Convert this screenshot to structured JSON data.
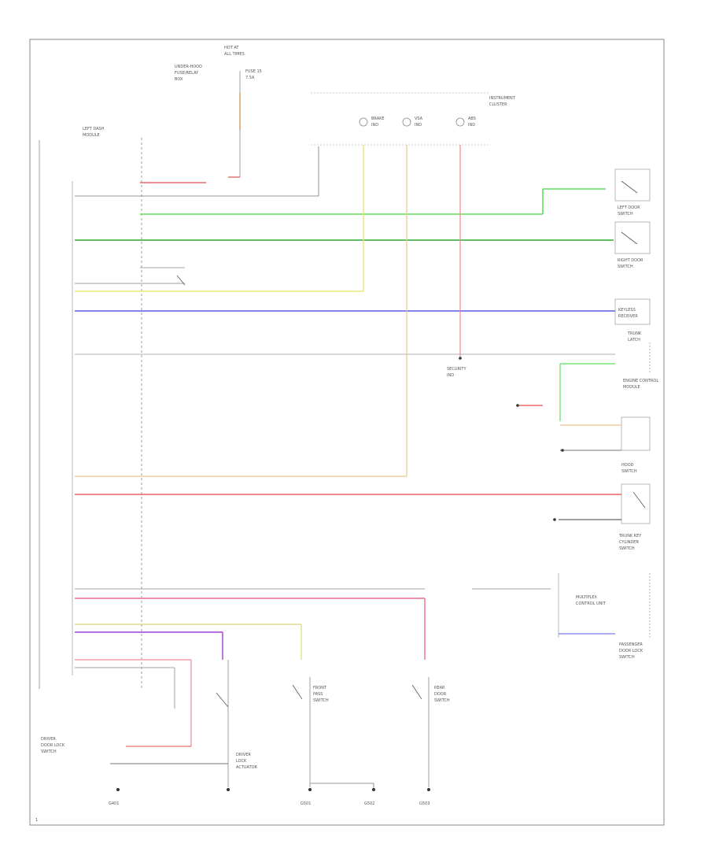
{
  "diagram": {
    "footer_label": "1",
    "blocks": {
      "hot_at_all_times": [
        "HOT AT",
        "ALL TIMES"
      ],
      "fuse_block": [
        "UNDER-HOOD",
        "FUSE/RELAY",
        "BOX"
      ],
      "fuse": [
        "FUSE 15",
        "7.5A"
      ],
      "left_dash_module": [
        "LEFT DASH",
        "MODULE"
      ],
      "instrument_cluster": [
        "INSTRUMENT",
        "CLUSTER"
      ],
      "brake_indicator": [
        "BRAKE",
        "IND"
      ],
      "vsa_indicator": [
        "VSA",
        "IND"
      ],
      "abs_indicator": [
        "ABS",
        "IND"
      ],
      "left_door_switch": [
        "LEFT DOOR",
        "SWITCH"
      ],
      "right_door_switch": [
        "RIGHT DOOR",
        "SWITCH"
      ],
      "keyless_receiver": [
        "KEYLESS",
        "RECEIVER"
      ],
      "trunk_latch": [
        "TRUNK",
        "LATCH"
      ],
      "engine_control": [
        "ENGINE CONTROL",
        "MODULE"
      ],
      "hood_switch": [
        "HOOD",
        "SWITCH"
      ],
      "trunk_key_cylinder": [
        "TRUNK KEY",
        "CYLINDER",
        "SWITCH"
      ],
      "multiplex_unit": [
        "MULTIPLEX",
        "CONTROL UNIT"
      ],
      "pass_door_sw": [
        "PASSENGER",
        "DOOR LOCK",
        "SWITCH"
      ],
      "ground_g401": [
        "G401"
      ],
      "ground_g501": [
        "G501"
      ],
      "ground_g502": [
        "G502"
      ],
      "ground_g503": [
        "G503"
      ],
      "left_door_lock": [
        "DRIVER",
        "DOOR LOCK",
        "SWITCH"
      ],
      "right_door_lock": [
        "FRONT",
        "PASS",
        "SWITCH"
      ],
      "rear_door_lock": [
        "REAR",
        "DOOR",
        "SWITCH"
      ],
      "driver_lock_actuator": [
        "DRIVER",
        "LOCK",
        "ACTUATOR"
      ],
      "security_indicator": [
        "SECURITY",
        "IND"
      ]
    }
  }
}
